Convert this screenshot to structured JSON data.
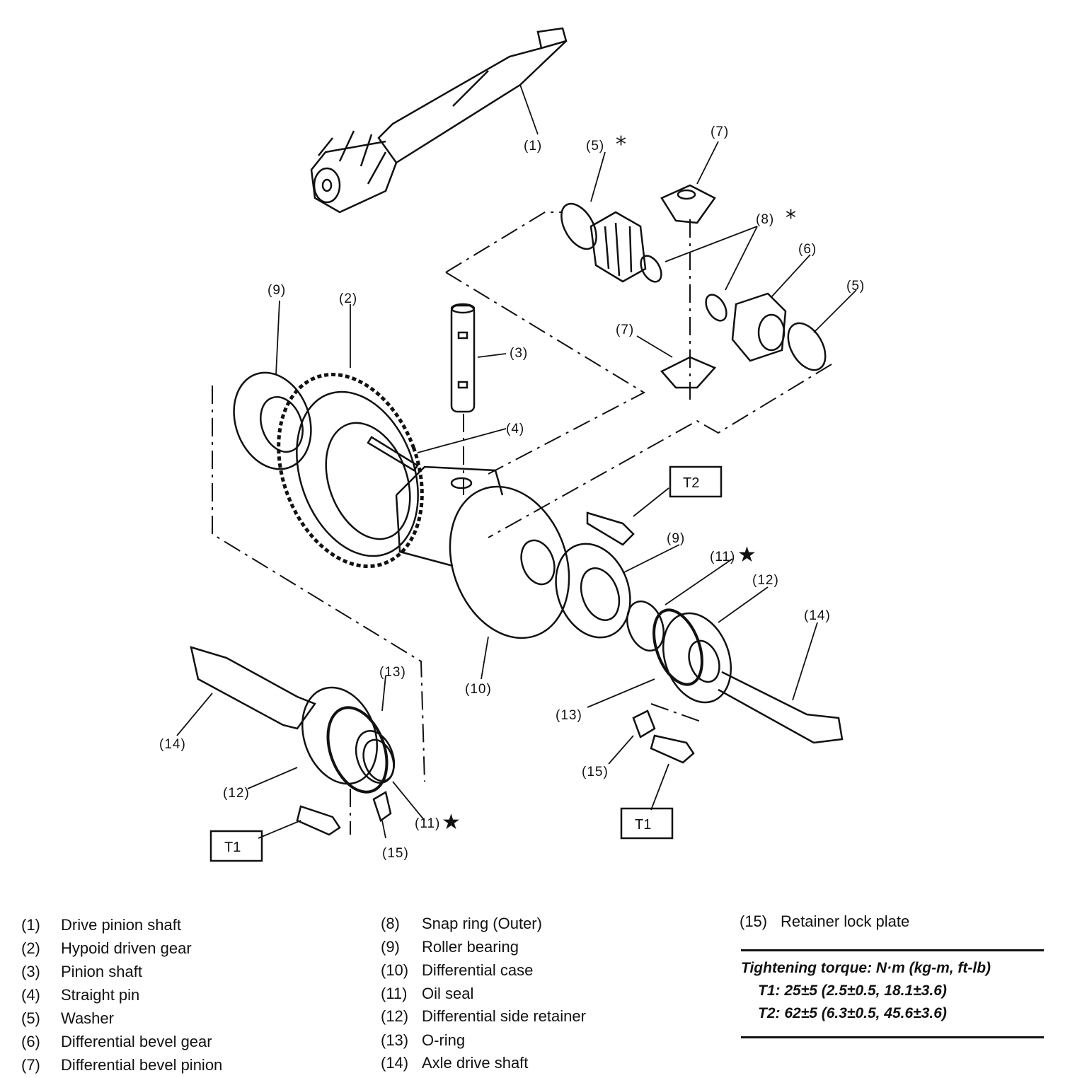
{
  "callouts": {
    "c1": "(1)",
    "c2": "(2)",
    "c3": "(3)",
    "c4": "(4)",
    "c5a": "(5)",
    "c5b": "(5)",
    "c6": "(6)",
    "c7a": "(7)",
    "c7b": "(7)",
    "c8": "(8)",
    "c9a": "(9)",
    "c9b": "(9)",
    "c10": "(10)",
    "c11a": "(11)",
    "c11b": "(11)",
    "c12a": "(12)",
    "c12b": "(12)",
    "c13a": "(13)",
    "c13b": "(13)",
    "c14a": "(14)",
    "c14b": "(14)",
    "c15a": "(15)",
    "c15b": "(15)",
    "asterisk": "*",
    "star": "★",
    "t1": "T1",
    "t1b": "T1",
    "t2": "T2"
  },
  "legend": [
    {
      "num": "(1)",
      "name": "Drive pinion shaft"
    },
    {
      "num": "(2)",
      "name": "Hypoid driven gear"
    },
    {
      "num": "(3)",
      "name": "Pinion shaft"
    },
    {
      "num": "(4)",
      "name": "Straight pin"
    },
    {
      "num": "(5)",
      "name": "Washer"
    },
    {
      "num": "(6)",
      "name": "Differential bevel gear"
    },
    {
      "num": "(7)",
      "name": "Differential bevel pinion"
    },
    {
      "num": "(8)",
      "name": "Snap ring (Outer)"
    },
    {
      "num": "(9)",
      "name": "Roller bearing"
    },
    {
      "num": "(10)",
      "name": "Differential case"
    },
    {
      "num": "(11)",
      "name": "Oil seal"
    },
    {
      "num": "(12)",
      "name": "Differential side retainer"
    },
    {
      "num": "(13)",
      "name": "O-ring"
    },
    {
      "num": "(14)",
      "name": "Axle drive shaft"
    },
    {
      "num": "(15)",
      "name": "Retainer lock plate"
    }
  ],
  "torque": {
    "heading": "Tightening torque: N·m (kg-m, ft-lb)",
    "t1": "T1: 25±5 (2.5±0.5, 18.1±3.6)",
    "t2": "T2: 62±5 (6.3±0.5, 45.6±3.6)"
  }
}
